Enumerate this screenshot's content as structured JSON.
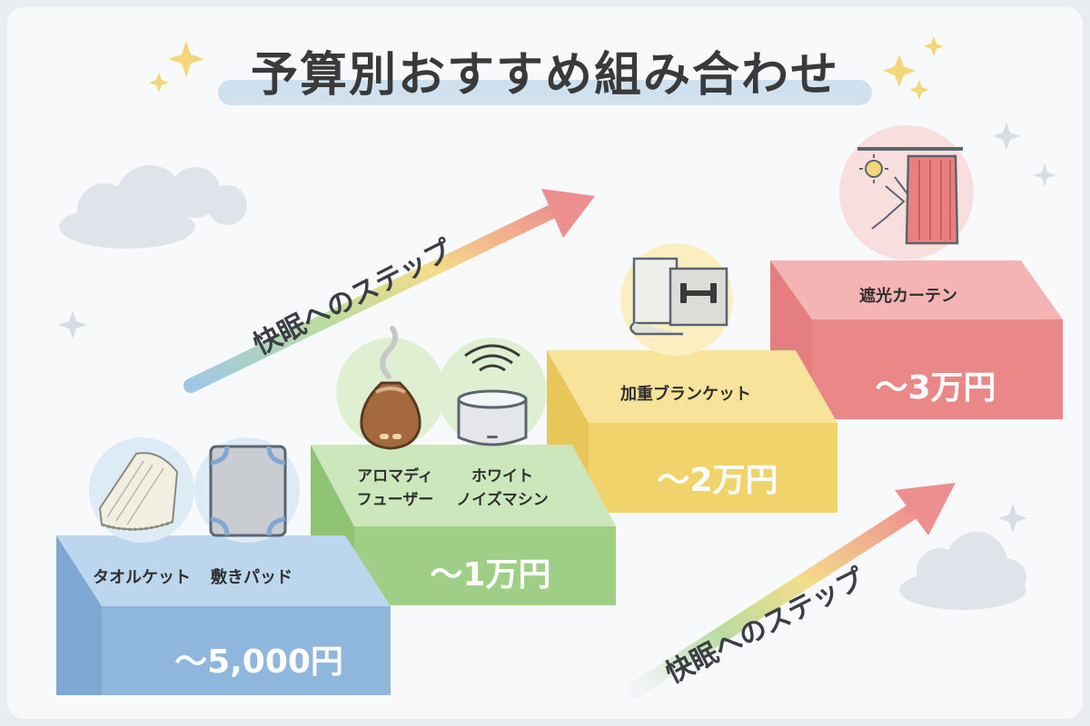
{
  "title": "予算別おすすめ組み合わせ",
  "arrow_label": "快眠へのステップ",
  "steps": [
    {
      "price": "〜5,000円",
      "items": [
        "タオルケット",
        "敷きパッド"
      ],
      "color": "#8fb6dc"
    },
    {
      "price": "〜1万円",
      "items": [
        "アロマディ\nフューザー",
        "ホワイト\nノイズマシン"
      ],
      "color": "#9fcf86"
    },
    {
      "price": "〜2万円",
      "items": [
        "加重ブランケット"
      ],
      "color": "#f3d46a"
    },
    {
      "price": "〜3万円",
      "items": [
        "遮光カーテン"
      ],
      "color": "#ea8a8a"
    }
  ],
  "icons": [
    "towel-blanket-icon",
    "mattress-pad-icon",
    "aroma-diffuser-icon",
    "white-noise-machine-icon",
    "weighted-blanket-icon",
    "blackout-curtain-icon"
  ]
}
